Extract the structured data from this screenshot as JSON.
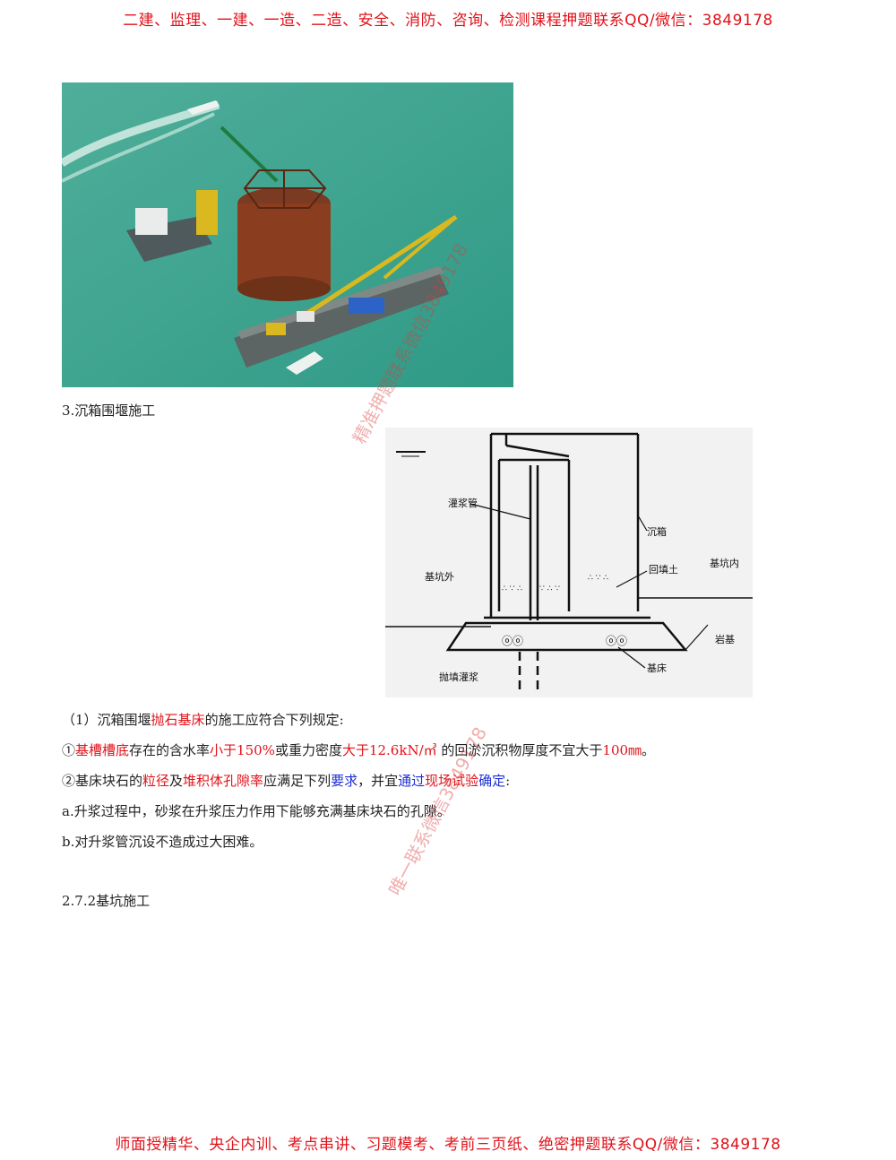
{
  "banners": {
    "top": "二建、监理、一建、一造、二造、安全、消防、咨询、检测课程押题联系QQ/微信：3849178",
    "bottom": "师面授精华、央企内训、考点串讲、习题模考、考前三页纸、绝密押题联系QQ/微信：3849178"
  },
  "watermarks": {
    "upper": "精准押题联系微信3849178",
    "lower": "唯一联系微信3849178"
  },
  "section_title": "3.沉箱围堰施工",
  "diagram_labels": {
    "grout_pipe": "灌浆管",
    "caisson": "沉箱",
    "outside_pit": "基坑外",
    "inside_pit": "基坑内",
    "backfill": "回填土",
    "rock_base": "岩基",
    "bedding": "基床",
    "grouting_steel_pipe": "抛填灌浆"
  },
  "para1": {
    "a": "（1）沉箱围堰",
    "b": "抛石基床",
    "c": "的施工应符合下列规定:"
  },
  "para2": {
    "a": "①",
    "b": "基槽槽底",
    "c": "存在的含水率",
    "d": "小于150%",
    "e": "或重力密度",
    "f": "大于12.6kN/㎥",
    "g": " 的回淤沉积物厚度不宜大于",
    "h": "100㎜",
    "i": "。"
  },
  "para3": {
    "a": "②基床块石的",
    "b": "粒径",
    "c": "及",
    "d": "堆积体孔隙率",
    "e": "应满足下列",
    "f": "要求",
    "g": "，并宜",
    "h": "通过",
    "i": "现场试验",
    "j": "确定",
    "k": ":"
  },
  "para4": "a.升浆过程中，砂浆在升浆压力作用下能够充满基床块石的孔隙。",
  "para5": "b.对升浆管沉设不造成过大困难。",
  "next_section": "2.7.2基坑施工"
}
